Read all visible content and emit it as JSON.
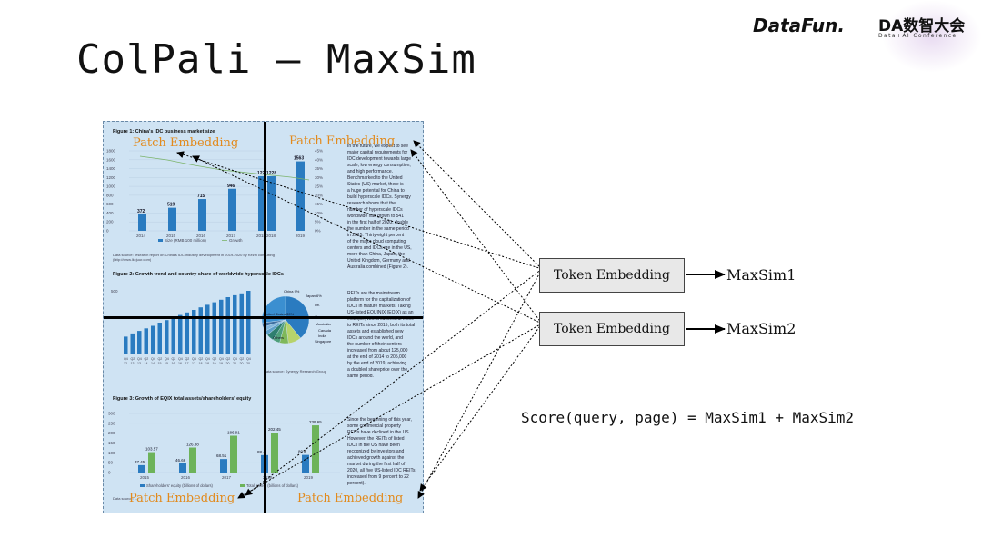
{
  "title": "ColPali — MaxSim",
  "logo": {
    "datafun": "DataFun.",
    "da": "DA数智大会",
    "da_sub": "Data+AI Conference"
  },
  "document": {
    "fig1": {
      "title": "Figure 1: China's IDC business market size",
      "y_ticks": [
        "1800",
        "1600",
        "1400",
        "1200",
        "1000",
        "800",
        "600",
        "400",
        "200",
        "0"
      ],
      "y2_ticks": [
        "45%",
        "40%",
        "35%",
        "30%",
        "25%",
        "20%",
        "15%",
        "10%",
        "5%",
        "0%"
      ],
      "years": [
        "2014",
        "2015",
        "2016",
        "2017",
        "2018",
        "2019"
      ],
      "values": [
        372,
        519,
        715,
        946,
        1228,
        1563
      ],
      "value_labels": [
        "372",
        "519",
        "715",
        "946",
        "1228",
        "1563"
      ],
      "legend_size": "Size (RMB 100 million)",
      "legend_growth": "Growth",
      "source": "Data source: research report on China's IDC industry development in 2019-2020 by Kezhi consulting (http://www.lkcjuur.com)"
    },
    "fig2": {
      "title": "Figure 2: Growth trend and country share of worldwide hyperscale IDCs",
      "y_top": "500",
      "quarters": [
        "Q4",
        "Q2",
        "Q4",
        "Q2",
        "Q4",
        "Q2",
        "Q4",
        "Q2",
        "Q4",
        "Q2",
        "Q4",
        "Q2",
        "Q4",
        "Q2",
        "Q4",
        "Q2",
        "Q4",
        "Q2",
        "Q4"
      ],
      "qyears": [
        "12",
        "13",
        "13",
        "14",
        "14",
        "15",
        "15",
        "16",
        "16",
        "17",
        "17",
        "18",
        "18",
        "19",
        "19",
        "20",
        "20",
        "20",
        "20"
      ],
      "bar_levels": [
        0.28,
        0.33,
        0.37,
        0.41,
        0.45,
        0.5,
        0.54,
        0.58,
        0.62,
        0.66,
        0.7,
        0.74,
        0.78,
        0.82,
        0.86,
        0.9,
        0.93,
        0.96,
        1.0
      ],
      "pie_labels": [
        "China 9%",
        "Japan 6%",
        "UK",
        "Germany",
        "Australia",
        "Canada",
        "India",
        "Singapore",
        "Others",
        "United States 39%"
      ],
      "source": "Data source: Synergy Research Group"
    },
    "fig3": {
      "title": "Figure 3: Growth of EQIX total assets/shareholders' equity",
      "y_ticks": [
        "300",
        "250",
        "200",
        "150",
        "100",
        "50",
        "0"
      ],
      "years": [
        "2015",
        "2016",
        "2017",
        "2018",
        "2019"
      ],
      "equity": [
        37.45,
        46.66,
        68.51,
        88.4,
        89.4
      ],
      "assets": [
        103.57,
        126.88,
        186.91,
        202.45,
        239.65
      ],
      "equity_labels": [
        "37.45",
        "46.66",
        "68.51",
        "88.4",
        "89.4"
      ],
      "assets_labels": [
        "103.57",
        "126.88",
        "186.91",
        "202.45",
        "239.65"
      ],
      "legend_equity": "Shareholders' equity (billions of dollars)",
      "legend_assets": "Total assets (billions of dollars)",
      "source": "Data source: ..."
    },
    "para1": "In the future, we expect to see\nmajor capital requirements for\nIDC development towards large\nscale, low energy consumption,\nand high performance.\nBenchmarked to the United\nStates (US) market, there is\na huge potential for China to\nbuild hyperscale IDCs. Synergy\nresearch shows that the\nnumber of hyperscale IDCs\nworldwide has grown to 541\nin the first half of 2020, double\nthe number in the same period\nin 2015. Thirty-eight percent\nof the major cloud computing\ncenters and IDCs are in the US,\nmore than China, Japan, the\nUnited Kingdom, Germany and\nAustralia combined (Figure 2).",
    "para2": "REITs are the mainstream\nplatform for the capitalization of\nIDCs in mature markets. Taking\nUS-listed EQUINIX (EQIX) as an\nexample, with a successful move\nto REITs since 2015, both its total\nassets and established new\nIDCs around the world, and\nthe number of their centers\nincreased from about 125,000\nat the end of 2014 to 205,000\nby the end of 2019, achieving\na doubled shareprice over the\nsame period.",
    "para3": "Since the beginning of this year,\nsome commercial property\nREITs have declined in the US.\nHowever, the REITs of listed\nIDCs in the US have been\nrecognized by investors and\nachieved growth against the\nmarket during the first half of\n2020, all five US-listed IDC REITs\nincreased from 9 percent to 22\npercent)."
  },
  "patch_labels": [
    "Patch Embedding",
    "Patch Embedding",
    "Patch Embedding",
    "Patch Embedding"
  ],
  "tokens": [
    {
      "label": "Token Embedding",
      "result": "MaxSim1"
    },
    {
      "label": "Token Embedding",
      "result": "MaxSim2"
    }
  ],
  "score": "Score(query, page) = MaxSim1 + MaxSim2"
}
